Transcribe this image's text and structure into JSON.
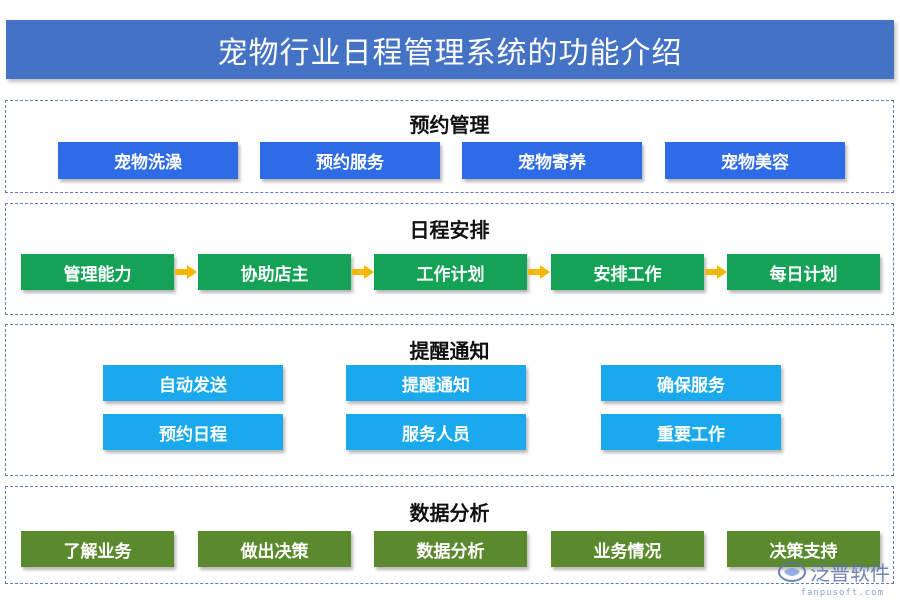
{
  "title": "宠物行业日程管理系统的功能介绍",
  "sections": [
    {
      "title": "预约管理",
      "items": [
        "宠物洗澡",
        "预约服务",
        "宠物寄养",
        "宠物美容"
      ]
    },
    {
      "title": "日程安排",
      "items": [
        "管理能力",
        "协助店主",
        "工作计划",
        "安排工作",
        "每日计划"
      ]
    },
    {
      "title": "提醒通知",
      "items": [
        "自动发送",
        "提醒通知",
        "确保服务",
        "预约日程",
        "服务人员",
        "重要工作"
      ]
    },
    {
      "title": "数据分析",
      "items": [
        "了解业务",
        "做出决策",
        "数据分析",
        "业务情况",
        "决策支持"
      ]
    }
  ],
  "logo": {
    "text": "泛普软件",
    "url": "fanpusoft.com"
  },
  "colors": {
    "title": "#4472C4",
    "section1": "#2E6BE6",
    "section2": "#14A356",
    "section3": "#1AA9EC",
    "section4": "#5B8A2E",
    "arrow": "#F5B800"
  }
}
